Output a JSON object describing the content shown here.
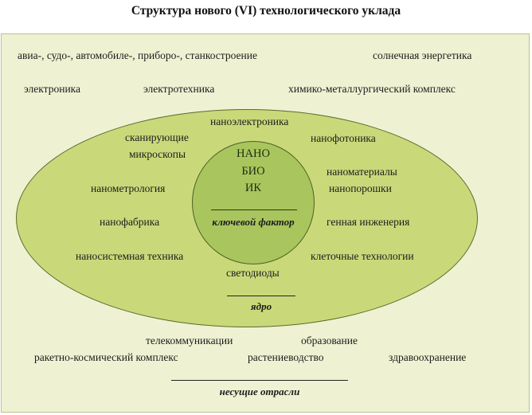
{
  "title": "Структура нового (VI) технологического уклада",
  "core": {
    "line1": "НАНО",
    "line2": "БИО",
    "line3": "ИК",
    "caption": "ключевой фактор"
  },
  "ring": {
    "items": [
      "наноэлектроника",
      "сканирующие",
      "микроскопы",
      "нанофотоника",
      "наноматериалы",
      "нанометрология",
      "нанопорошки",
      "нанофабрика",
      "генная инженерия",
      "наносистемная техника",
      "клеточные технологии",
      "светодиоды"
    ],
    "caption": "ядро"
  },
  "outside_top": [
    "авиа-, судо-, автомобиле-, приборо-, станкостроение",
    "солнечная энергетика",
    "электроника",
    "электротехника",
    "химико-металлургический комплекс"
  ],
  "outside_bottom": [
    "телекоммуникации",
    "образование",
    "ракетно-космический комплекс",
    "растениеводство",
    "здравоохранение"
  ],
  "bottom_caption": "несущие отрасли",
  "colors": {
    "panel": "#eef2d2",
    "outer_ellipse": "#c9d97a",
    "inner_circle": "#a9c65e"
  }
}
